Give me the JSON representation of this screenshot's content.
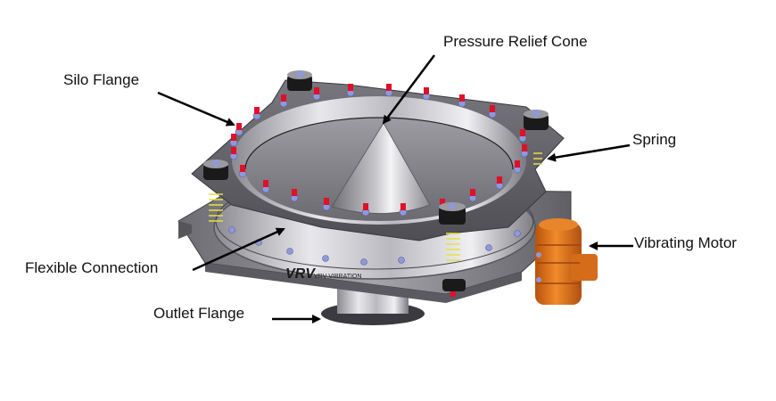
{
  "diagram": {
    "subject": "Vibrating bin activator / silo discharger",
    "brand_mark": "VRV",
    "brand_text": "VRV VIBRATION",
    "labels": [
      {
        "id": "silo-flange",
        "text": "Silo Flange"
      },
      {
        "id": "pressure-relief-cone",
        "text": "Pressure Relief Cone"
      },
      {
        "id": "spring",
        "text": "Spring"
      },
      {
        "id": "flexible-connection",
        "text": "Flexible Connection"
      },
      {
        "id": "vibrating-motor",
        "text": "Vibrating Motor"
      },
      {
        "id": "outlet-flange",
        "text": "Outlet Flange"
      }
    ],
    "colors": {
      "background": "#ffffff",
      "label_text": "#111111",
      "arrow": "#000000",
      "steel_light": "#d8d8dc",
      "steel_dark": "#5a5a60",
      "bolt_cap_red": "#e0102a",
      "bolt_nut_blue": "#8f98d8",
      "rubber_mount": "#1a1a1a",
      "spring_yellow": "#e8e040",
      "motor_orange": "#e0731a"
    }
  }
}
